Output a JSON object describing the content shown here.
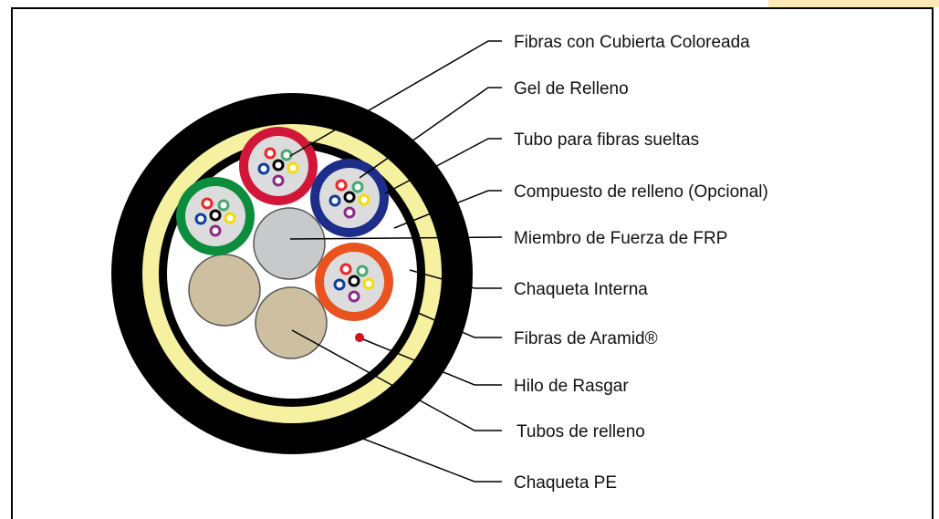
{
  "diagram": {
    "colors": {
      "outer_jacket": "#000000",
      "aramid_yarn": "#f6f1a0",
      "inner_jacket": "#000000",
      "filling_compound": "#ffffff",
      "frp_member": "#c8c9cb",
      "filler_tube": "#cdbf9f",
      "tube_red": "#d1163a",
      "tube_blue": "#1c2e8a",
      "tube_green": "#0c8c3d",
      "tube_orange": "#e85320",
      "ripcord": "#d4111f",
      "gel": "#dcdcdc",
      "accent_tab": "#fde9b8"
    },
    "fiber_colors": [
      "#e8272b",
      "#49a86f",
      "#0f3d9e",
      "#000000",
      "#f2dc0b",
      "#8c2a89"
    ],
    "labels": [
      {
        "id": "colored-fibers",
        "text": "Fibras con Cubierta Coloreada"
      },
      {
        "id": "filling-gel",
        "text": "Gel de Relleno"
      },
      {
        "id": "loose-tube",
        "text": "Tubo para fibras sueltas"
      },
      {
        "id": "filling-compound",
        "text": "Compuesto de relleno (Opcional)"
      },
      {
        "id": "frp-member",
        "text": "Miembro de Fuerza de FRP"
      },
      {
        "id": "inner-jacket",
        "text": "Chaqueta Interna"
      },
      {
        "id": "aramid-yarn",
        "text": "Fibras de Aramid®"
      },
      {
        "id": "ripcord",
        "text": "Hilo de Rasgar"
      },
      {
        "id": "filler-tubes",
        "text": "Tubos de relleno"
      },
      {
        "id": "pe-jacket",
        "text": "Chaqueta PE"
      }
    ]
  }
}
